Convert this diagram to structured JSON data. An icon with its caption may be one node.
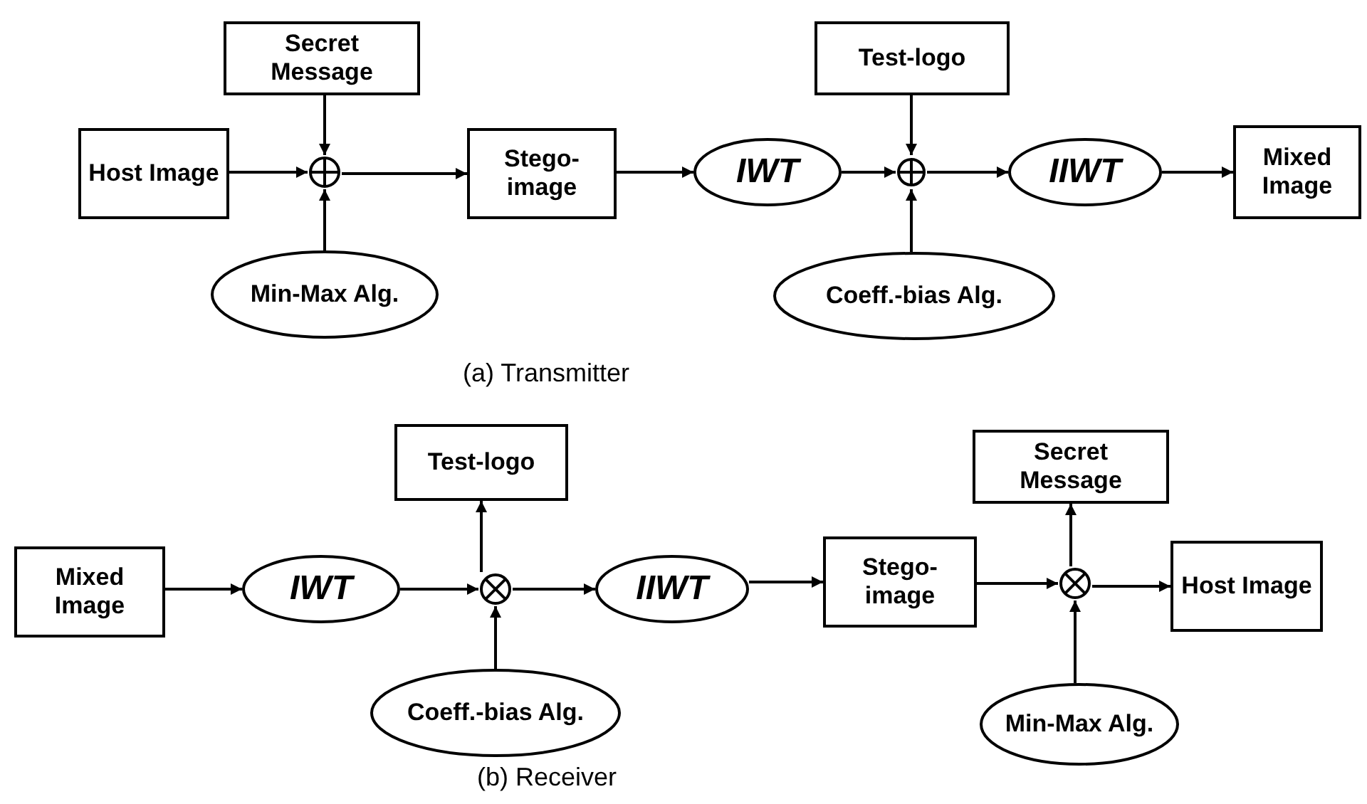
{
  "diagram": {
    "nodes": [
      {
        "text": [
          "Secret Message"
        ]
      },
      {
        "text": [
          "Host Image"
        ]
      },
      {
        "text": [],
        "shape": "circle"
      },
      {
        "text": [
          "Min-Max Alg."
        ]
      },
      {
        "text": [
          "Stego-image"
        ]
      },
      {
        "text": [
          "IWT"
        ]
      },
      {
        "text": [
          "Test-logo"
        ]
      },
      {
        "text": [],
        "shape": "circle"
      },
      {
        "text": [
          "Coeff.-bias Alg."
        ]
      },
      {
        "text": [
          "IIWT"
        ]
      },
      {
        "text": [
          "Mixed Image"
        ]
      },
      {
        "text": [
          "Test-logo"
        ]
      },
      {
        "text": [
          "Mixed Image"
        ]
      },
      {
        "text": [
          "IWT"
        ]
      },
      {
        "text": [],
        "shape": "circle"
      },
      {
        "text": [
          "IIWT"
        ]
      },
      {
        "text": [
          "Coeff.-bias Alg."
        ]
      },
      {
        "text": [
          "Secret Message"
        ]
      },
      {
        "text": [
          "Stego-image"
        ]
      },
      {
        "text": [],
        "shape": "circle"
      },
      {
        "text": [
          "Host Image"
        ]
      },
      {
        "text": [
          "Min-Max Alg."
        ]
      }
    ],
    "edges": [
      {
        "from": 1,
        "to": 2,
        "arrow": "to"
      },
      {
        "from": 0,
        "to": 2,
        "arrow": "to"
      },
      {
        "from": 3,
        "to": 2,
        "arrow": "to"
      },
      {
        "from": 2,
        "to": 4,
        "arrow": "to"
      },
      {
        "from": 4,
        "to": 5,
        "arrow": "to"
      },
      {
        "from": 5,
        "to": 7,
        "arrow": "to"
      },
      {
        "from": 6,
        "to": 7,
        "arrow": "to"
      },
      {
        "from": 8,
        "to": 7,
        "arrow": "to"
      },
      {
        "from": 7,
        "to": 9,
        "arrow": "to"
      },
      {
        "from": 9,
        "to": 10,
        "arrow": "to"
      },
      {
        "from": 12,
        "to": 13,
        "arrow": "to"
      },
      {
        "from": 13,
        "to": 14,
        "arrow": "to"
      },
      {
        "from": 14,
        "to": 11,
        "arrow": "to"
      },
      {
        "from": 16,
        "to": 14,
        "arrow": "to"
      },
      {
        "from": 14,
        "to": 15,
        "arrow": "to"
      },
      {
        "from": 15,
        "to": 18,
        "arrow": "to"
      },
      {
        "from": 18,
        "to": 19,
        "arrow": "to"
      },
      {
        "from": 19,
        "to": 17,
        "arrow": "to"
      },
      {
        "from": 21,
        "to": 19,
        "arrow": "to"
      },
      {
        "from": 19,
        "to": 20,
        "arrow": "to"
      }
    ],
    "labels": [
      "(a) Transmitter",
      "(b) Receiver"
    ]
  }
}
